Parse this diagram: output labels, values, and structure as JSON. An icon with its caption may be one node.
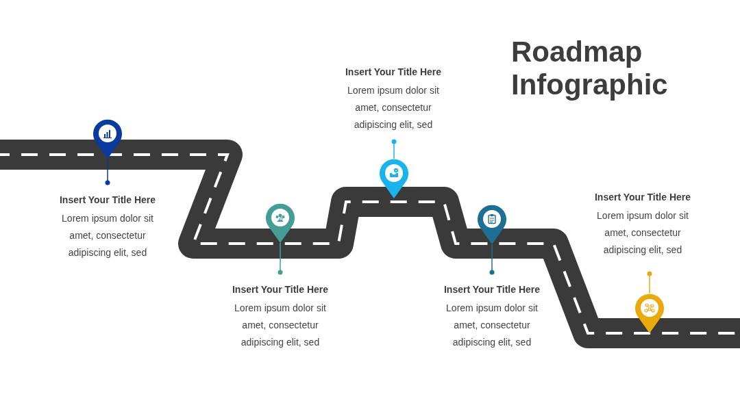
{
  "diagram": {
    "title": "Roadmap Infographic",
    "nodes": [
      {
        "text": [],
        "shape": "pin"
      },
      {
        "text": [
          "Insert Your Title Here",
          "Lorem ipsum dolor sit amet, consectetur adipiscing elit, sed"
        ]
      },
      {
        "text": [],
        "shape": "pin"
      },
      {
        "text": [
          "Insert Your Title Here",
          "Lorem ipsum dolor sit amet, consectetur adipiscing elit, sed"
        ]
      },
      {
        "text": [],
        "shape": "pin"
      },
      {
        "text": [
          "Insert Your Title Here",
          "Lorem ipsum dolor sit amet, consectetur adipiscing elit, sed"
        ]
      },
      {
        "text": [],
        "shape": "pin"
      },
      {
        "text": [
          "Insert Your Title Here",
          "Lorem ipsum dolor sit amet, consectetur adipiscing elit, sed"
        ]
      },
      {
        "text": [],
        "shape": "pin"
      },
      {
        "text": [
          "Insert Your Title Here",
          "Lorem ipsum dolor sit amet, consectetur adipiscing elit, sed"
        ]
      }
    ],
    "edges": [
      {
        "from": 0,
        "to": 1,
        "arrow": "other",
        "color": "#0a3a9e"
      },
      {
        "from": 2,
        "to": 3,
        "arrow": "other",
        "color": "#459e94"
      },
      {
        "from": 4,
        "to": 5,
        "arrow": "other",
        "color": "#1ab3ec"
      },
      {
        "from": 6,
        "to": 7,
        "arrow": "other",
        "color": "#1d6f96"
      },
      {
        "from": 8,
        "to": 9,
        "arrow": "other",
        "color": "#eaaa0d"
      }
    ]
  }
}
